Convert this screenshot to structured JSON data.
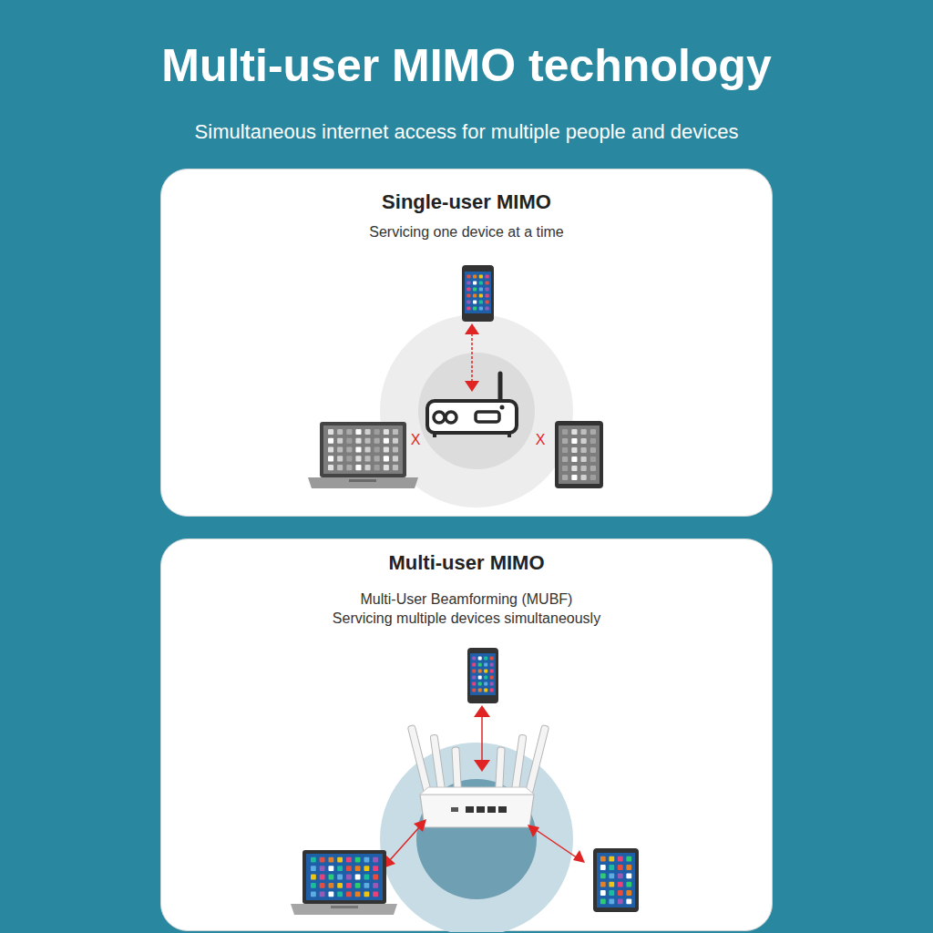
{
  "diagram": {
    "title": "Multi-user MIMO technology",
    "nodes": [
      {
        "text": [
          "Single-user MIMO",
          "Servicing one device at a time"
        ]
      },
      {
        "text": [
          "Multi-user MIMO",
          "Multi-User Beamforming (MUBF)",
          "Servicing multiple devices simultaneously"
        ]
      }
    ],
    "labels": [
      "Simultaneous internet access for multiple people and devices",
      "X",
      "X"
    ]
  }
}
